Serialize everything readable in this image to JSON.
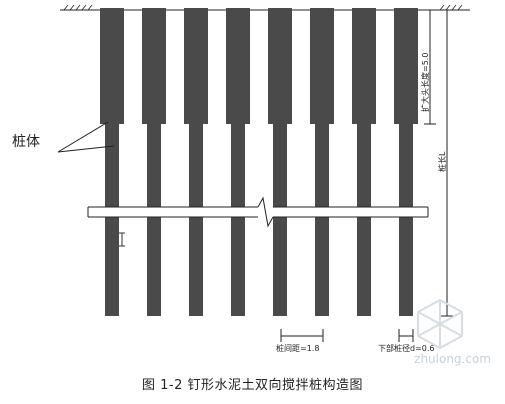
{
  "figure": {
    "caption": "图 1-2   钉形水泥土双向搅拌桩构造图",
    "label_pile_body": "桩体",
    "label_enlarged_head": "扩大头长度=5.0",
    "label_pile_length": "桩长L",
    "label_pile_spacing": "桩间距=1.8",
    "label_lower_diameter": "下部桩径d=0.6",
    "watermark": "zhulong.com",
    "pile_count": 8,
    "colors": {
      "pile": "#4a4a4a",
      "line": "#222222",
      "watermark": "#c8d2da"
    }
  }
}
